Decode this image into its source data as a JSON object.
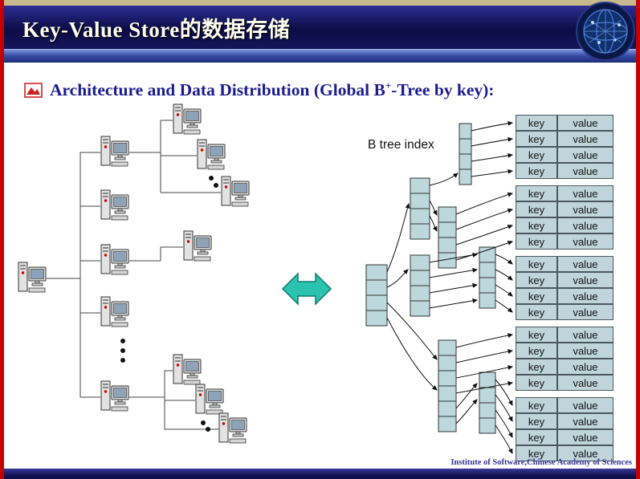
{
  "title_bar": {
    "title": "Key-Value Store的数据存储"
  },
  "heading": {
    "prefix": "Architecture and Data Distribution (Global B",
    "superscript": "+",
    "suffix": "-Tree by key):"
  },
  "diagram": {
    "btree_label": "B tree index",
    "kv_tables": {
      "key_label": "key",
      "value_label": "value",
      "groups": 5,
      "rows_per_group": 4
    }
  },
  "footer": {
    "text": "Institute of Software,Chinese Academy of Sciences"
  },
  "colors": {
    "border_red": "#c40000",
    "title_bar_navy": "#12125a",
    "cell_blue": "#c0d5da",
    "arrow_teal": "#2cc2b0",
    "heading_navy": "#1c1c8e"
  }
}
